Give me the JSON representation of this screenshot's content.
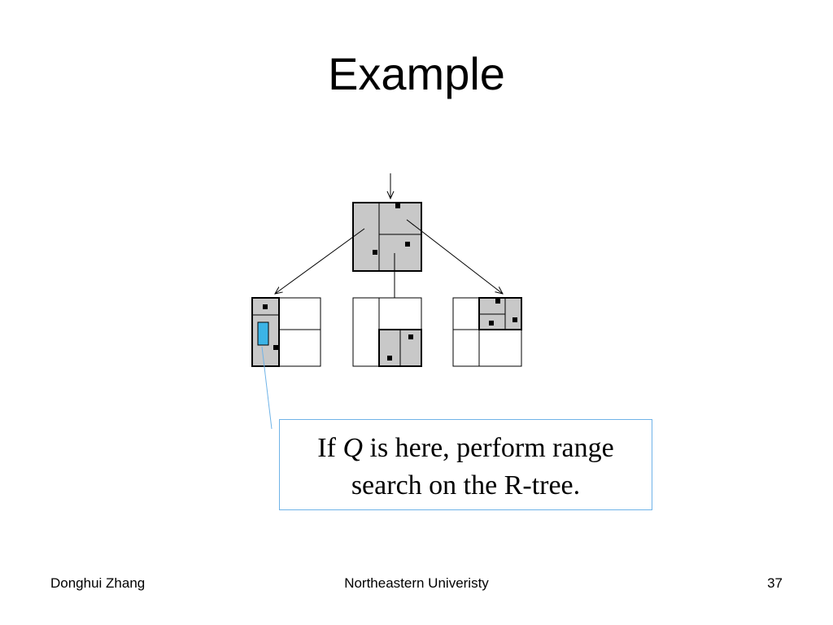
{
  "slide": {
    "title": "Example",
    "callout": {
      "prefix": "If ",
      "variable": "Q",
      "line1_rest": " is here, perform range",
      "line2": "search on the R-tree."
    },
    "footer": {
      "author": "Donghui Zhang",
      "institution": "Northeastern Univeristy",
      "page_number": "37"
    }
  },
  "colors": {
    "node_fill": "#c8c8c8",
    "query_fill": "#3cb4e6",
    "callout_border": "#6fb3e8",
    "line": "#000000"
  }
}
